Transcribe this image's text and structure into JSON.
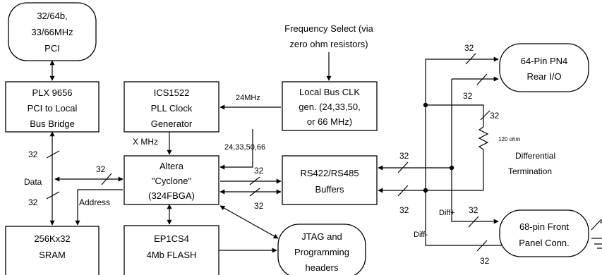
{
  "blocks": {
    "pci": [
      "32/64b,",
      "33/66MHz",
      "PCI"
    ],
    "plx": [
      "PLX 9656",
      "PCI to Local",
      "Bus Bridge"
    ],
    "sram": [
      "256Kx32",
      "SRAM"
    ],
    "ics": [
      "ICS1522",
      "PLL Clock",
      "Generator"
    ],
    "altera": [
      "Altera",
      "\"Cyclone\"",
      "(324FBGA)"
    ],
    "flash": [
      "EP1CS4",
      "4Mb FLASH"
    ],
    "localbus": [
      "Local Bus CLK",
      "gen. (24,33,50,",
      "or 66 MHz)"
    ],
    "rs422": [
      "RS422/RS485",
      "Buffers"
    ],
    "jtag": [
      "JTAG and",
      "Programming",
      "headers"
    ],
    "pn4": [
      "64-Pin PN4",
      "Rear I/O"
    ],
    "front": [
      "68-pin Front",
      "Panel Conn."
    ]
  },
  "labels": {
    "freq_select": [
      "Frequency Select (via",
      "zero ohm resistors)"
    ],
    "mhz24": "24MHz",
    "xmhz": "X MHz",
    "freqs": "24,33,50,66",
    "data": "Data",
    "address": "Address",
    "bus32": "32",
    "ohm": "120 ohm",
    "diff_term": [
      "Differential",
      "Termination"
    ],
    "diff_plus": "Diff+",
    "diff_minus": "Diff-"
  }
}
